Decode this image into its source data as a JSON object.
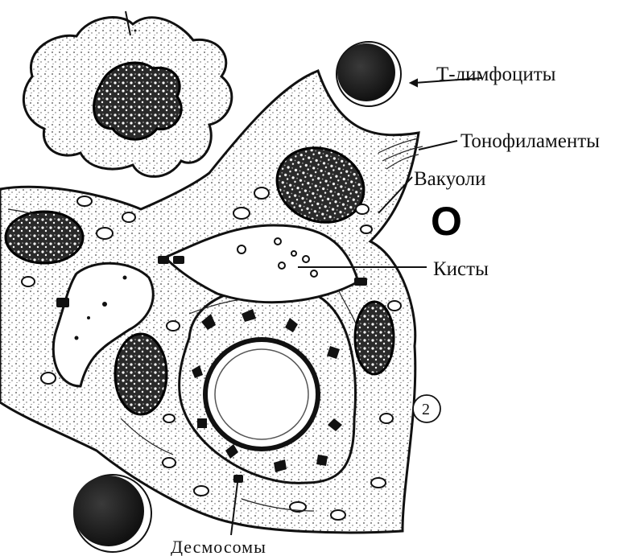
{
  "diagram": {
    "labels": {
      "t_lymphocytes": "Т-лимфоциты",
      "tonofilaments": "Тонофиламенты",
      "vacuoles": "Вакуоли",
      "cysts": "Кисты",
      "desmosomes": "Десмосомы"
    },
    "marker_letter": "O",
    "figure_number": "2",
    "colors": {
      "ink": "#111111",
      "dark_nucleus": "#1a1a1a",
      "lymphocyte": "#222222",
      "background": "#ffffff"
    }
  }
}
